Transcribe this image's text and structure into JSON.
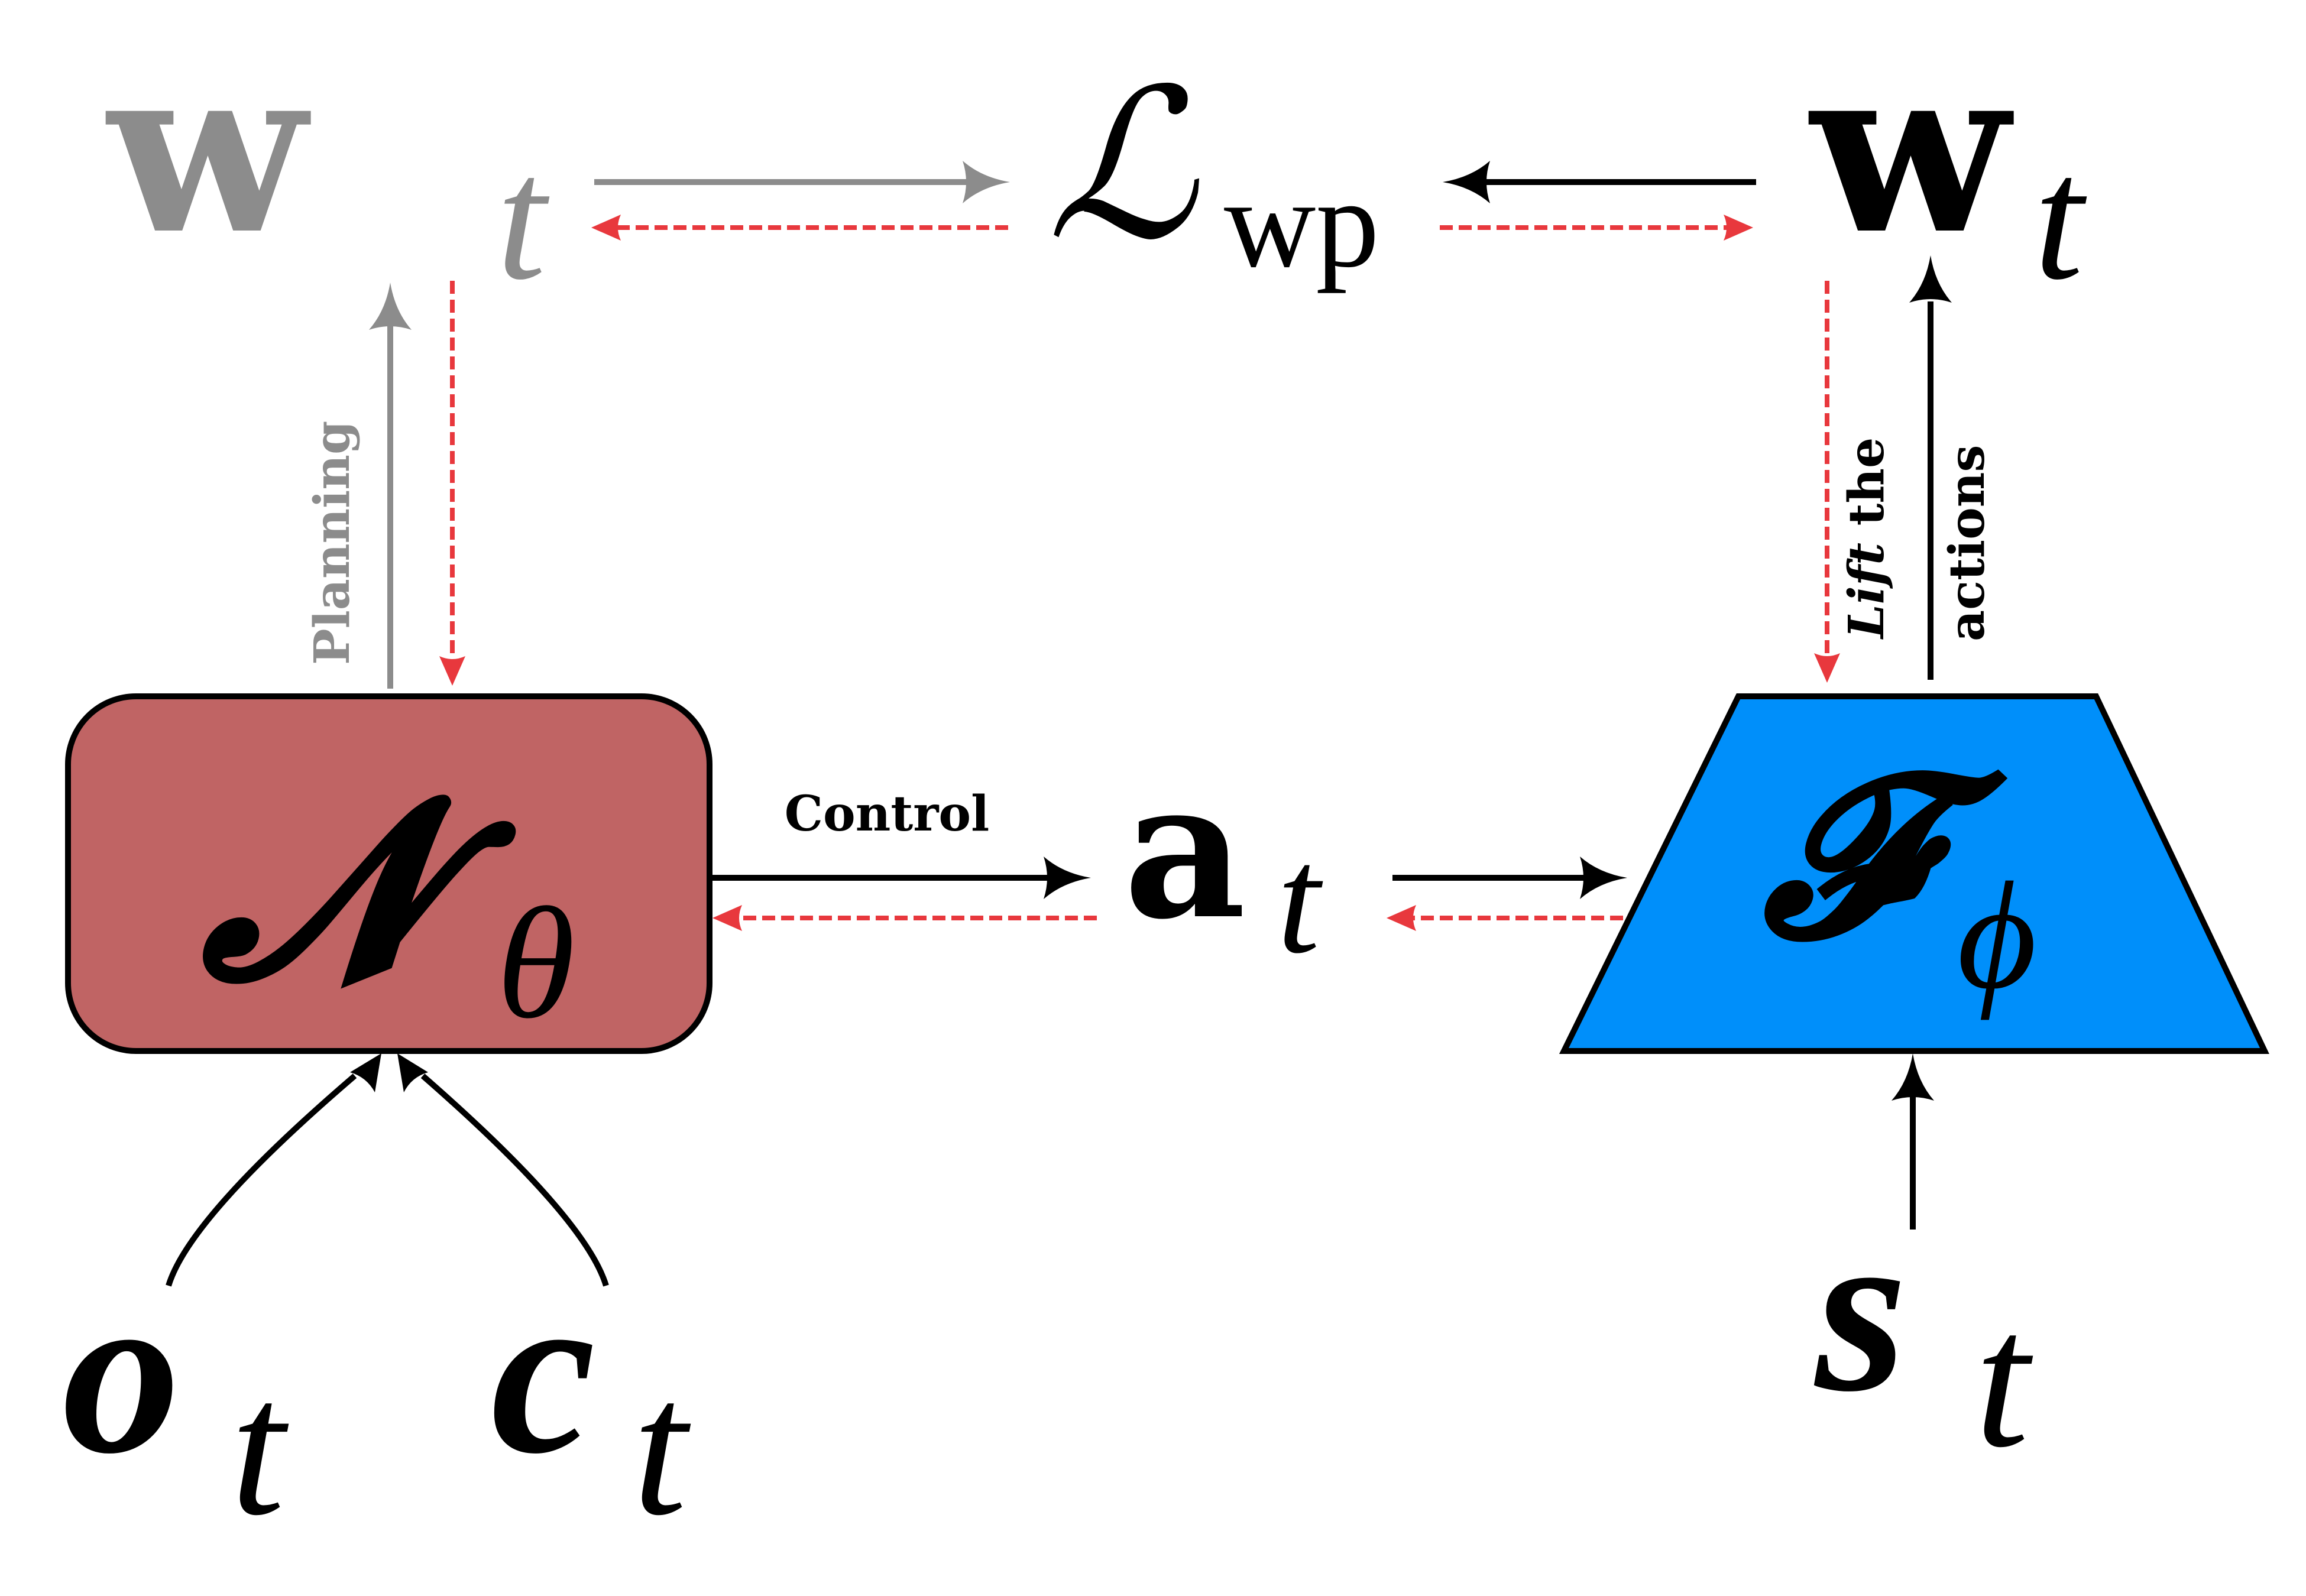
{
  "nodes": {
    "w_left": {
      "base": "w",
      "sub": "t"
    },
    "loss": {
      "base": "ℒ",
      "sub": "wp"
    },
    "w_right": {
      "base": "w",
      "sub": "t"
    },
    "network": {
      "base": "𝓝",
      "sub": "θ"
    },
    "action": {
      "base": "a",
      "sub": "t"
    },
    "model": {
      "base": "𝓕",
      "sub": "ϕ"
    },
    "observation": {
      "base": "o",
      "sub": "t"
    },
    "command": {
      "base": "c",
      "sub": "t"
    },
    "state": {
      "base": "s",
      "sub": "t"
    }
  },
  "labels": {
    "planning": "Planning",
    "control": "Control",
    "lift_word": "Lift",
    "lift_rest": " the",
    "actions": "actions"
  },
  "colors": {
    "network_fill": "#c06464",
    "model_fill": "#008ffa",
    "gradient_dashed": "#e8383d",
    "planning_gray": "#8c8c8c",
    "ink": "#000000"
  }
}
